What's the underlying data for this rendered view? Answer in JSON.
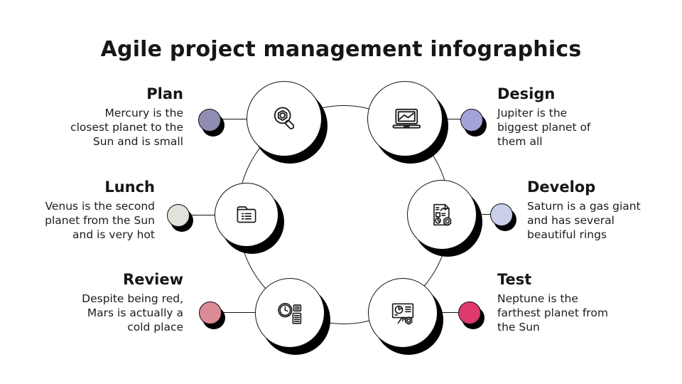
{
  "title": "Agile project management infographics",
  "colors": {
    "background": "#ffffff",
    "stroke": "#111111",
    "shadow": "#000000",
    "text": "#1c1c1c"
  },
  "nodes": [
    {
      "id": "plan",
      "label": "Plan",
      "description": "Mercury is the\nclosest planet to the\nSun and is small",
      "dot_color": "#8F8DB1",
      "icon": "magnifier-gear-icon",
      "side": "left"
    },
    {
      "id": "design",
      "label": "Design",
      "description": "Jupiter is the\nbiggest planet of\nthem all",
      "dot_color": "#A2A3D8",
      "icon": "laptop-chart-icon",
      "side": "right"
    },
    {
      "id": "lunch",
      "label": "Lunch",
      "description": "Venus is the second\nplanet from the Sun\nand is very hot",
      "dot_color": "#DFE3DB",
      "icon": "folder-list-icon",
      "side": "left"
    },
    {
      "id": "develop",
      "label": "Develop",
      "description": "Saturn is a gas giant\nand has several\nbeautiful rings",
      "dot_color": "#CACFE9",
      "icon": "document-gear-icon",
      "side": "right"
    },
    {
      "id": "review",
      "label": "Review",
      "description": "Despite being red,\nMars is actually a\ncold place",
      "dot_color": "#DC8B97",
      "icon": "clock-list-icon",
      "side": "left"
    },
    {
      "id": "test",
      "label": "Test",
      "description": "Neptune is the\nfarthest planet from\nthe Sun",
      "dot_color": "#DE3A6C",
      "icon": "presentation-gear-icon",
      "side": "right"
    }
  ]
}
